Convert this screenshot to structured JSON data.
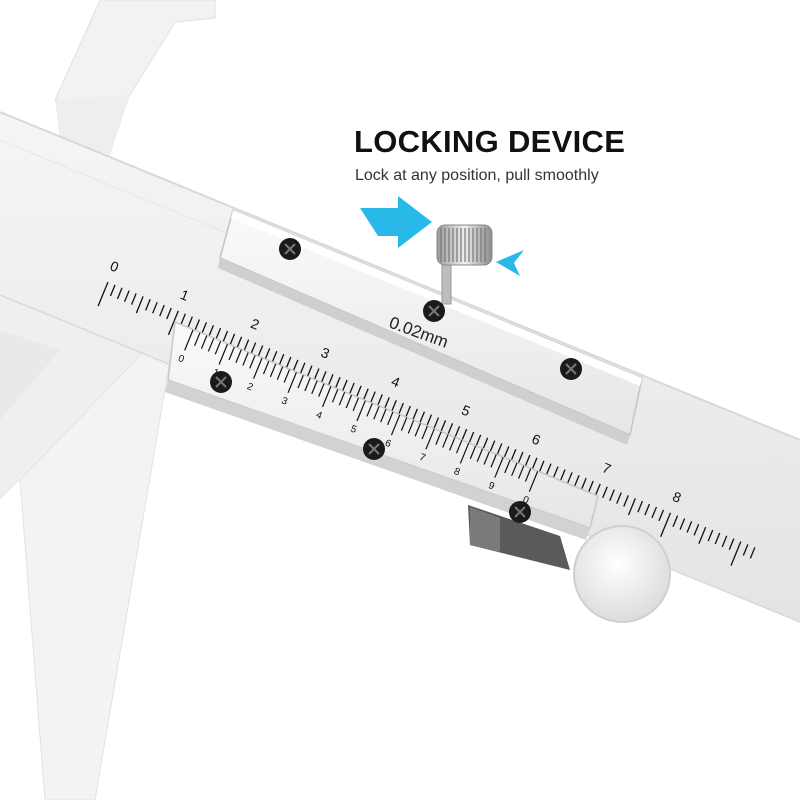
{
  "heading": {
    "title": "LOCKING DEVICE",
    "subtitle": "Lock at any position, pull smoothly"
  },
  "main_scale": {
    "numbers": [
      "0",
      "1",
      "2",
      "3",
      "4",
      "5",
      "6",
      "7",
      "8"
    ]
  },
  "vernier_scale": {
    "numbers": [
      "0",
      "1",
      "2",
      "3",
      "4",
      "5",
      "6",
      "7",
      "8",
      "9",
      "0"
    ]
  },
  "resolution_label": "0.02mm",
  "colors": {
    "arrow": "#29b9e8",
    "body": "#ededed",
    "ink": "#111111"
  },
  "icons": {
    "arrow_in": "arrow-right-icon",
    "arrow_out": "arrow-left-icon",
    "screw": "screw-icon"
  }
}
